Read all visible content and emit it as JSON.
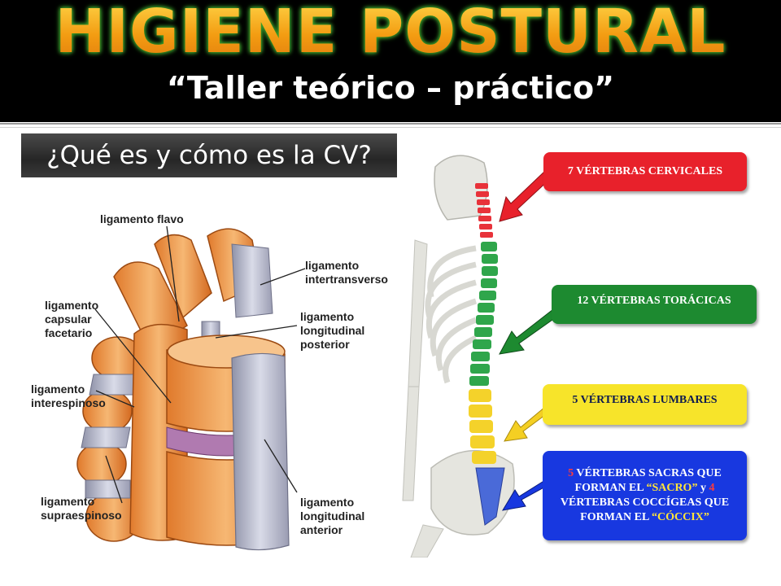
{
  "header": {
    "title": "HIGIENE  POSTURAL",
    "subtitle": "“Taller  teórico – práctico”"
  },
  "question": "¿Qué es y cómo es la CV?",
  "anatomy_labels": {
    "flavo": "ligamento flavo",
    "intertransverso": "ligamento\nintertransverso",
    "capsular": "ligamento\ncapsular\nfacetario",
    "long_post": "ligamento\nlongitudinal\nposterior",
    "interespinoso": "ligamento\ninterespinoso",
    "supraespinoso": "ligamento\nsupraespinoso",
    "long_ant": "ligamento\nlongitudinal\nanterior"
  },
  "vertebra_boxes": {
    "cervical": "7 VÉRTEBRAS CERVICALES",
    "thoracic": "12  VÉRTEBRAS TORÁCICAS",
    "lumbar": "5  VÉRTEBRAS LUMBARES",
    "sacral": {
      "n1": "5",
      "t1": " VÉRTEBRAS SACRAS QUE FORMAN EL ",
      "sacro": "“SACRO”",
      "t2": " y ",
      "n2": "4",
      "t3": " VÉRTEBRAS COCCÍGEAS QUE FORMAN EL ",
      "coccix": "“CÓCCIX”"
    }
  },
  "colors": {
    "title_gold": "#f39c12",
    "cervical": "#e8212b",
    "thoracic": "#1d8a30",
    "lumbar": "#f7e42a",
    "sacral": "#1838e0"
  }
}
